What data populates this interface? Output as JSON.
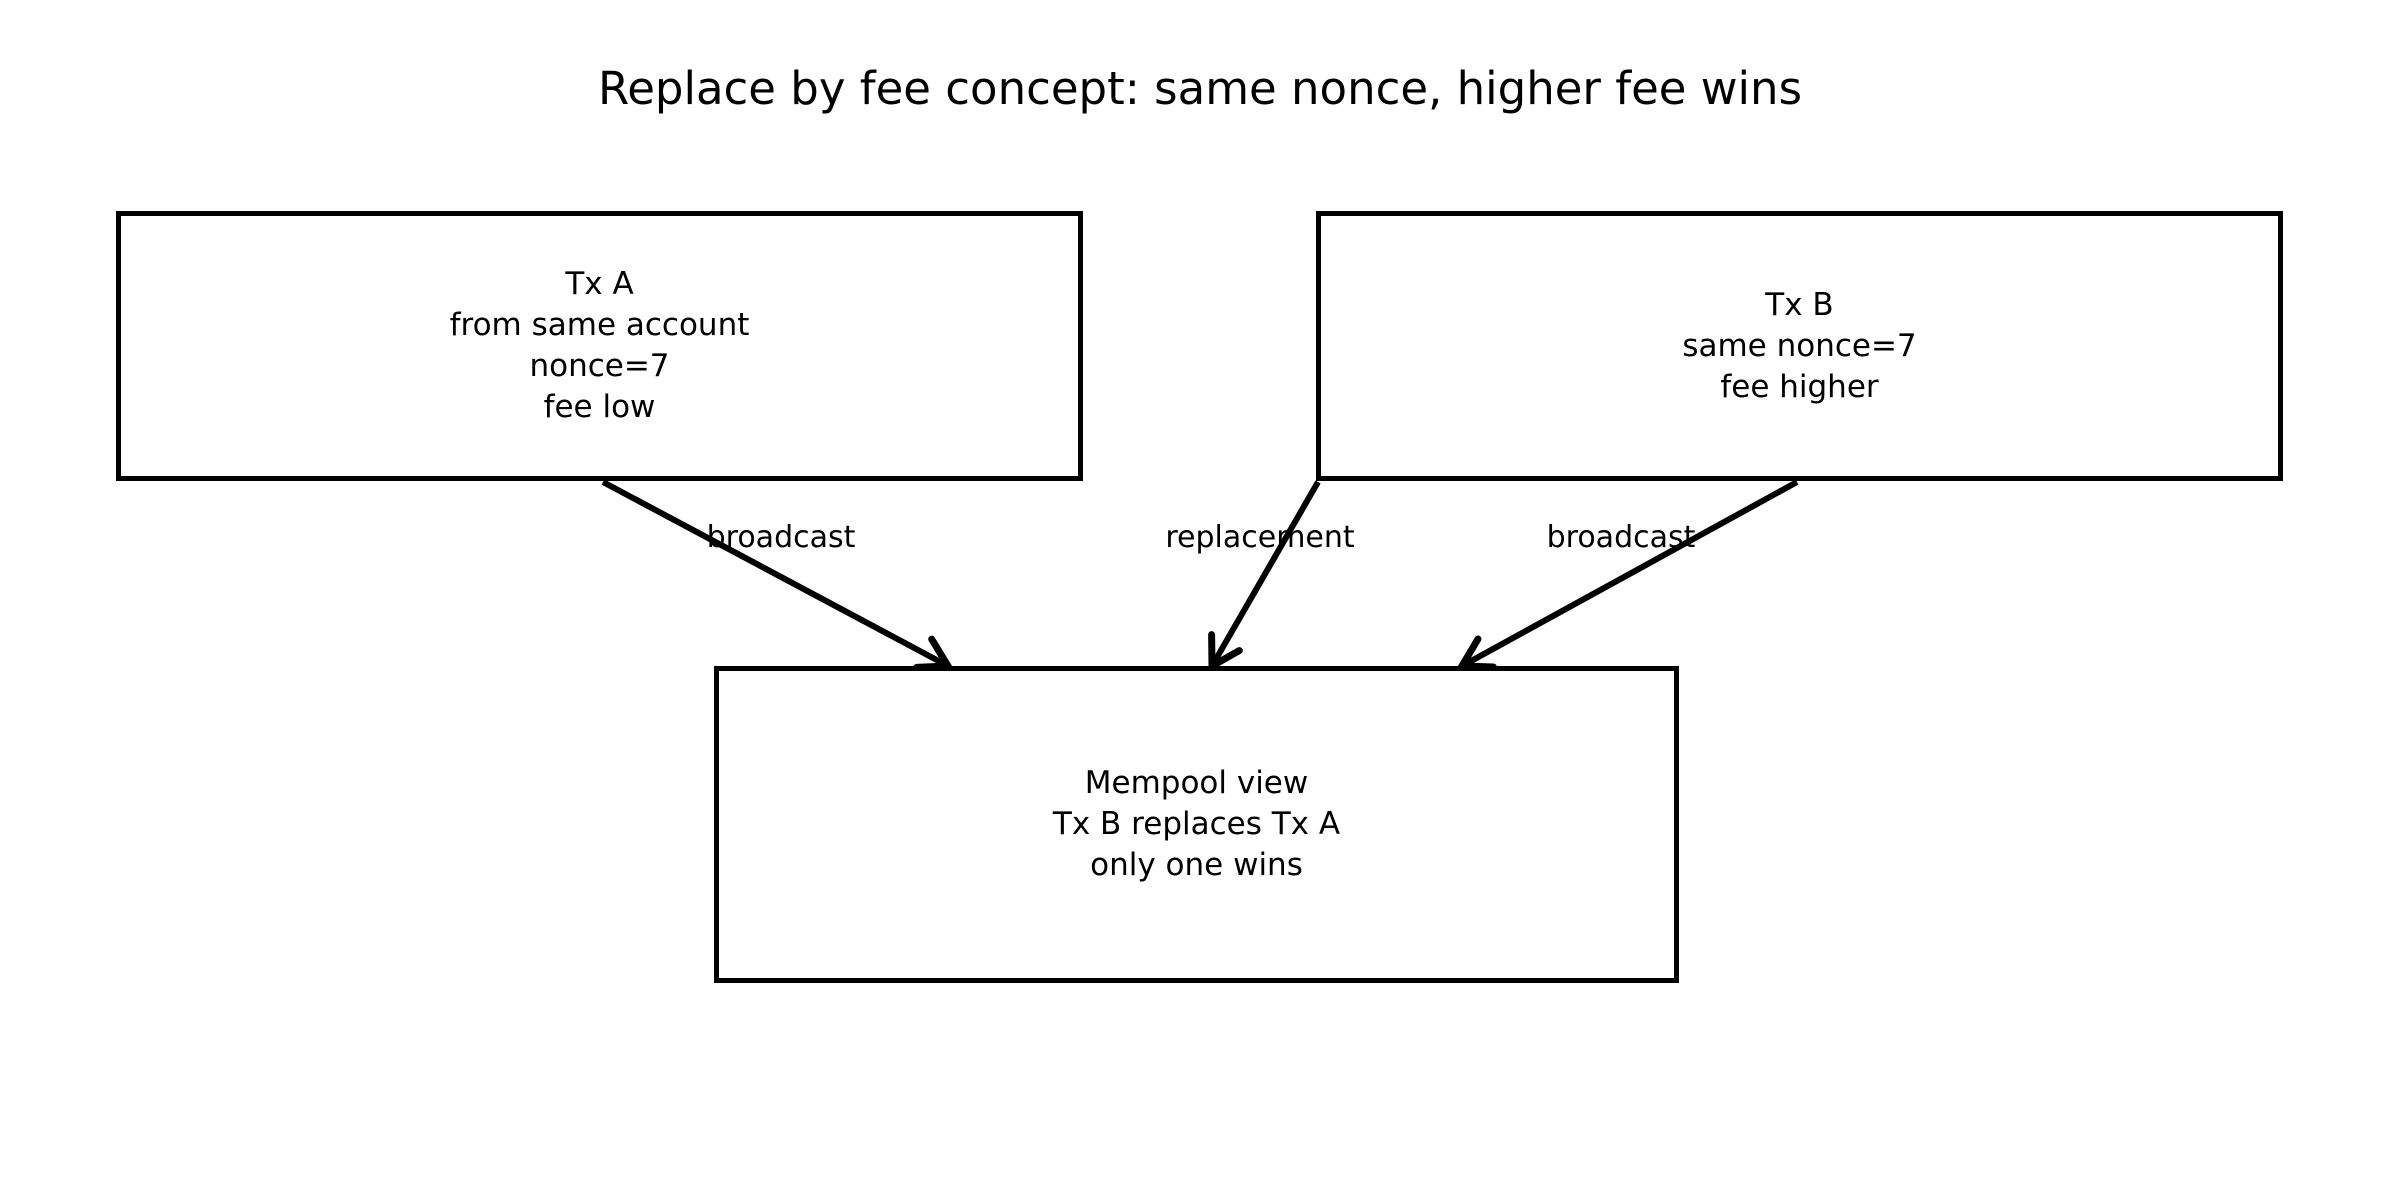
{
  "title": "Replace by fee concept: same nonce, higher fee wins",
  "nodes": {
    "tx_a": {
      "id": "tx-a",
      "lines": [
        "Tx A",
        "from same account",
        "nonce=7",
        "fee low"
      ]
    },
    "tx_b": {
      "id": "tx-b",
      "lines": [
        "Tx B",
        "same nonce=7",
        "fee higher"
      ]
    },
    "mempool": {
      "id": "mempool",
      "lines": [
        "Mempool view",
        "Tx B replaces Tx A",
        "only one wins"
      ]
    }
  },
  "edges": [
    {
      "from": "tx-a",
      "to": "mempool",
      "label": "broadcast"
    },
    {
      "from": "tx-b",
      "to": "mempool",
      "label": "replacement"
    },
    {
      "from": "tx-b",
      "to": "mempool",
      "label": "broadcast"
    }
  ],
  "colors": {
    "background": "#ffffff",
    "line": "#000000",
    "text": "#000000"
  }
}
